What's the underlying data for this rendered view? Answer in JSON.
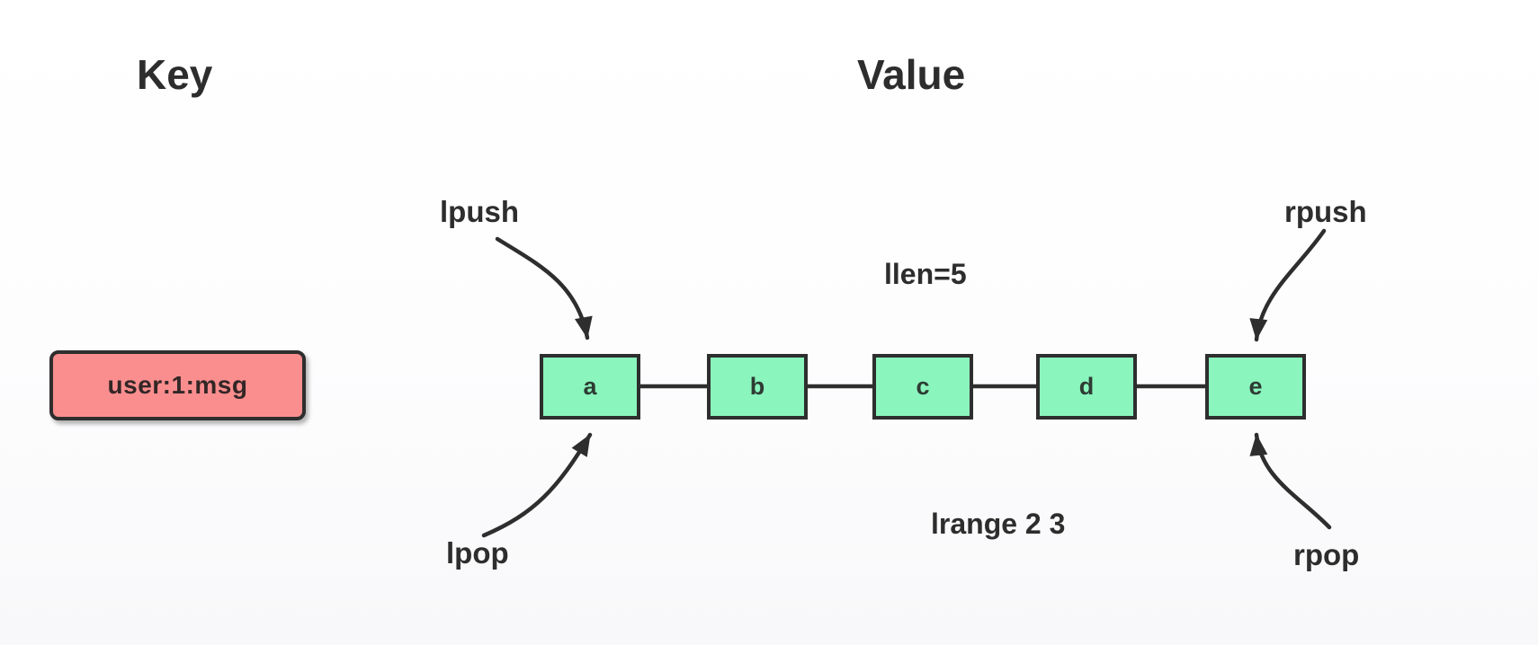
{
  "headers": {
    "key": "Key",
    "value": "Value"
  },
  "key_box": {
    "label": "user:1:msg"
  },
  "list": {
    "nodes": [
      "a",
      "b",
      "c",
      "d",
      "e"
    ]
  },
  "annotations": {
    "lpush": "lpush",
    "rpush": "rpush",
    "lpop": "lpop",
    "rpop": "rpop",
    "llen": "llen=5",
    "lrange": "lrange 2 3"
  },
  "colors": {
    "node_fill": "#8af5bd",
    "key_fill": "#fa8e8e",
    "stroke": "#2e2e2e",
    "text": "#2d2d2d"
  }
}
